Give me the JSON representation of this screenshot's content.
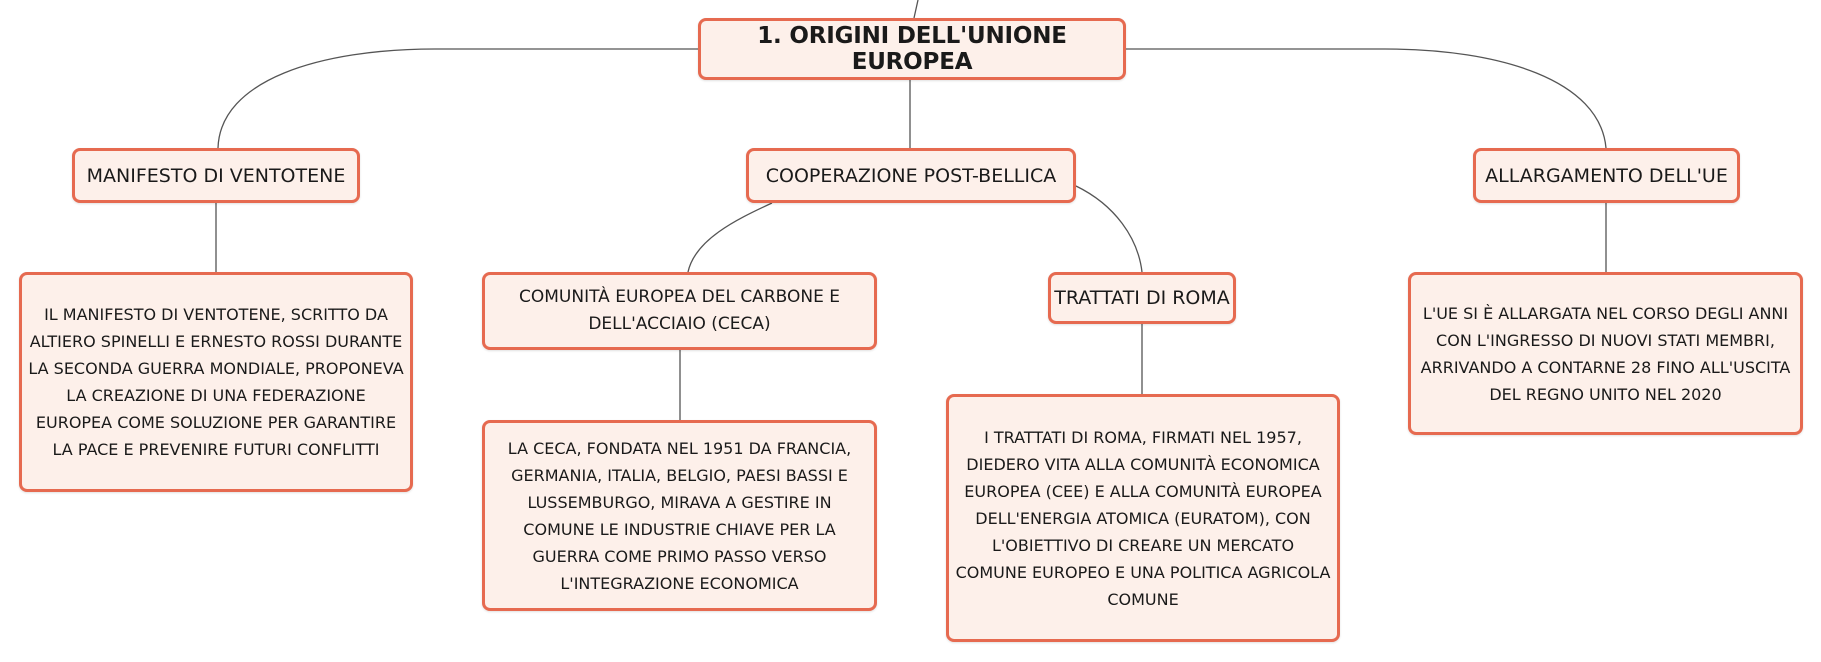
{
  "root": {
    "label": "1. ORIGINI DELL'UNIONE EUROPEA"
  },
  "topics": {
    "ventotene": {
      "label": "MANIFESTO DI VENTOTENE",
      "detail": "IL MANIFESTO DI VENTOTENE, SCRITTO DA ALTIERO SPINELLI E ERNESTO ROSSI DURANTE LA SECONDA GUERRA MONDIALE, PROPONEVA LA CREAZIONE DI UNA FEDERAZIONE EUROPEA COME SOLUZIONE PER GARANTIRE LA PACE E PREVENIRE FUTURI CONFLITTI"
    },
    "cooperazione": {
      "label": "COOPERAZIONE POST-BELLICA",
      "ceca": {
        "label": "COMUNITÀ EUROPEA DEL CARBONE E DELL'ACCIAIO (CECA)",
        "detail": "LA CECA, FONDATA NEL 1951 DA FRANCIA, GERMANIA, ITALIA, BELGIO, PAESI BASSI E LUSSEMBURGO, MIRAVA A GESTIRE IN COMUNE LE INDUSTRIE CHIAVE PER LA GUERRA COME PRIMO PASSO VERSO L'INTEGRAZIONE ECONOMICA"
      },
      "roma": {
        "label": "TRATTATI DI ROMA",
        "detail": "I TRATTATI DI ROMA, FIRMATI NEL 1957, DIEDERO VITA ALLA COMUNITÀ ECONOMICA EUROPEA (CEE) E ALLA COMUNITÀ EUROPEA DELL'ENERGIA ATOMICA (EURATOM), CON L'OBIETTIVO DI CREARE UN MERCATO COMUNE EUROPEO E UNA POLITICA AGRICOLA COMUNE"
      }
    },
    "allargamento": {
      "label": "ALLARGAMENTO DELL'UE",
      "detail": "L'UE SI È ALLARGATA NEL CORSO DEGLI ANNI CON L'INGRESSO DI NUOVI STATI MEMBRI, ARRIVANDO A CONTARNE 28 FINO ALL'USCITA DEL REGNO UNITO NEL 2020"
    }
  },
  "colors": {
    "node_border": "#e66a50",
    "node_fill": "#fdf0ea",
    "connector": "#555555"
  }
}
